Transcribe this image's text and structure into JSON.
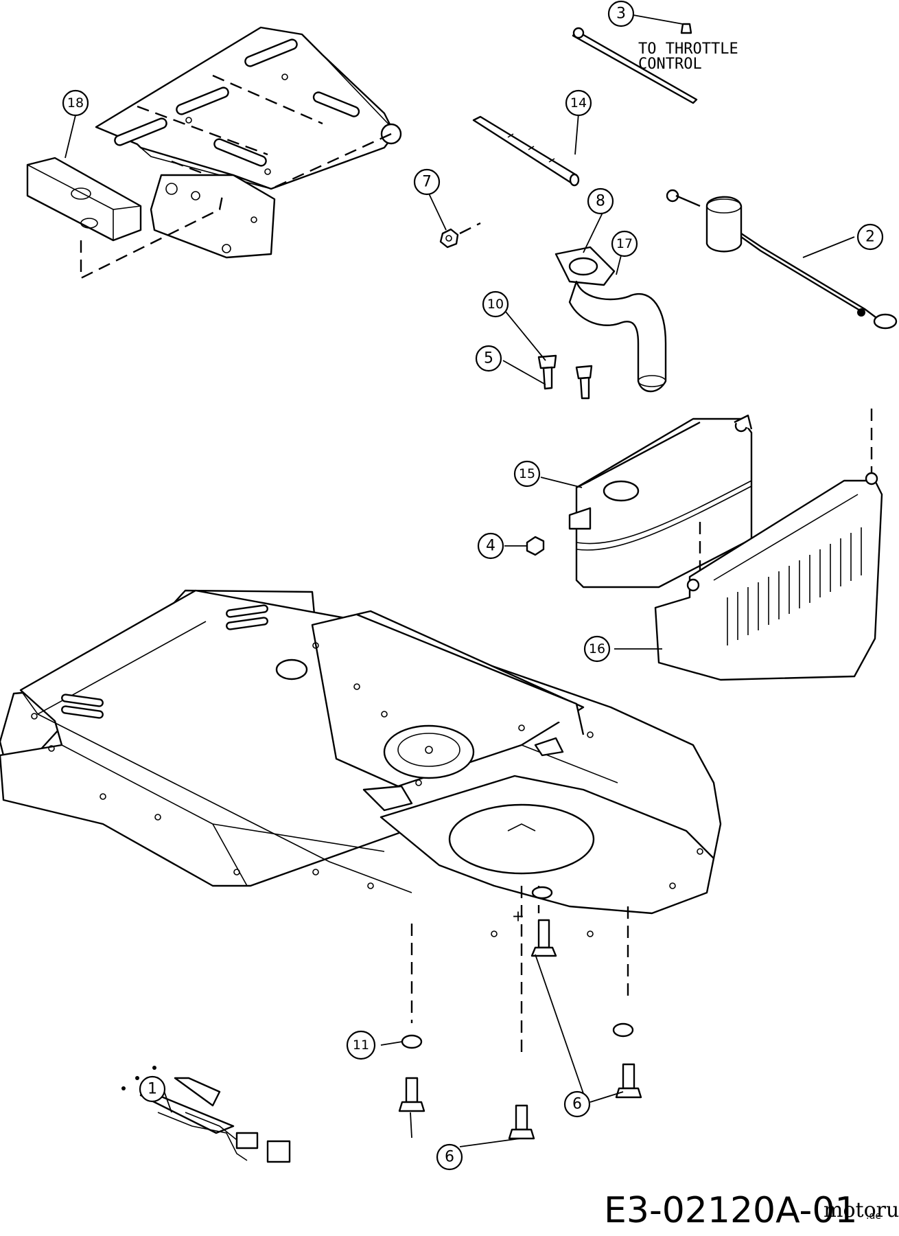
{
  "diagram": {
    "callouts": [
      {
        "id": "c1",
        "label": "1"
      },
      {
        "id": "c2",
        "label": "2"
      },
      {
        "id": "c3",
        "label": "3"
      },
      {
        "id": "c4",
        "label": "4"
      },
      {
        "id": "c5",
        "label": "5"
      },
      {
        "id": "c6a",
        "label": "6"
      },
      {
        "id": "c6b",
        "label": "6"
      },
      {
        "id": "c6c",
        "label": "6"
      },
      {
        "id": "c7",
        "label": "7"
      },
      {
        "id": "c8",
        "label": "8"
      },
      {
        "id": "c10",
        "label": "10"
      },
      {
        "id": "c11",
        "label": "11"
      },
      {
        "id": "c14",
        "label": "14"
      },
      {
        "id": "c15",
        "label": "15"
      },
      {
        "id": "c16",
        "label": "16"
      },
      {
        "id": "c17",
        "label": "17"
      },
      {
        "id": "c18",
        "label": "18"
      }
    ],
    "note_line1": "TO THROTTLE",
    "note_line2": "CONTROL",
    "figure_id": "E3-02120A-01",
    "watermark_main": "motoruf",
    "watermark_suffix": ".de"
  }
}
